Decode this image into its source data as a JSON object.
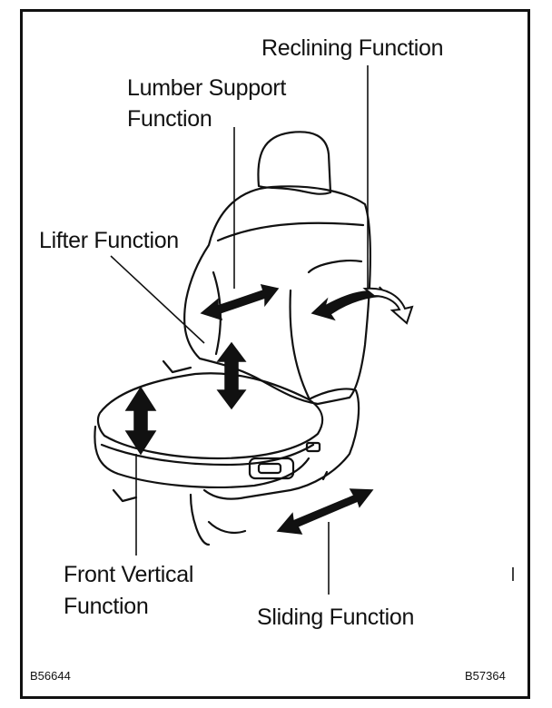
{
  "labels": {
    "reclining": "Reclining Function",
    "lumber_line1": "Lumber Support",
    "lumber_line2": "Function",
    "lifter": "Lifter Function",
    "front_vertical_line1": "Front Vertical",
    "front_vertical_line2": "Function",
    "sliding": "Sliding Function"
  },
  "codes": {
    "left": "B56644",
    "right": "B57364"
  }
}
